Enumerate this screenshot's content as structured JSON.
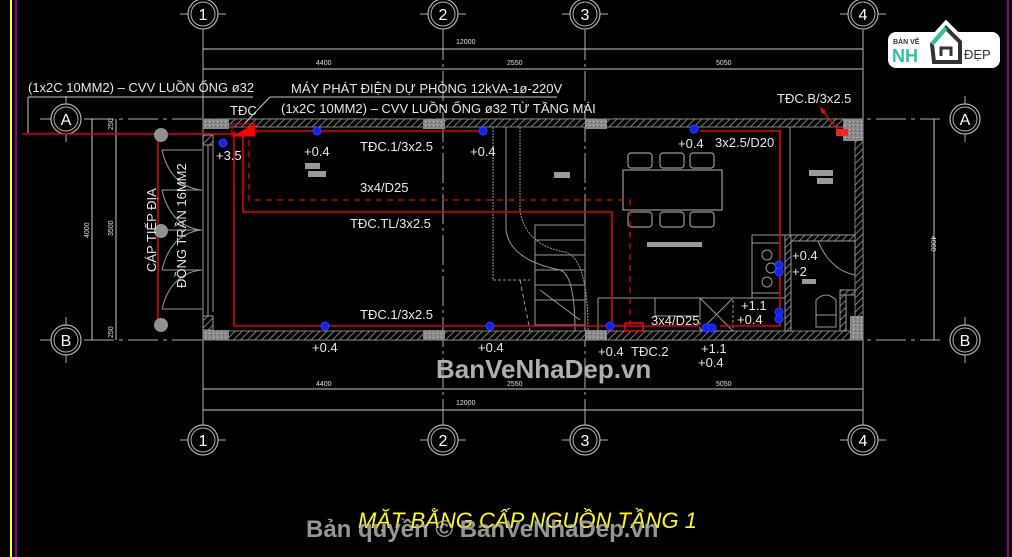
{
  "drawing": {
    "title": "MẶT BẰNG CẤP NGUỒN TẦNG 1",
    "colors": {
      "background": "#000000",
      "wall": "#9a9a9a",
      "cable": "#e00000",
      "outlet": "#1020ff",
      "title": "#ffff00",
      "watermark": "#b0b0b0",
      "logo_green": "#2ec4a0",
      "border_yellow": "#ffff00",
      "border_magenta": "#c000c0"
    }
  },
  "grid_axes": {
    "columns": [
      {
        "label": "1"
      },
      {
        "label": "2"
      },
      {
        "label": "3"
      },
      {
        "label": "4"
      }
    ],
    "rows": [
      {
        "label": "A"
      },
      {
        "label": "B"
      }
    ]
  },
  "dimensions": {
    "top": {
      "total": "12000",
      "spans": [
        "4400",
        "2550",
        "5050"
      ]
    },
    "bottom": {
      "total": "12000",
      "spans": [
        "4400",
        "2550",
        "5050"
      ]
    },
    "left": {
      "total": "4000",
      "spans": [
        "250",
        "3500",
        "250"
      ]
    },
    "right": {
      "total": "4000"
    }
  },
  "annotations": {
    "feed_cable_left": "(1x2C 10MM2) – CVV LUỒN ỐNG ø32",
    "generator": "MÁY PHÁT ĐIỆN DỰ PHÒNG 12kVA-1ø-220V",
    "feed_cable_roof": "(1x2C 10MM2) – CVV LUỒN ỐNG ø32 TỪ TẦNG MÁI",
    "tdc": "TĐC",
    "tdc_b": "TĐC.B/3x2.5",
    "tdc2": "TĐC.2",
    "circuit_tdc1_top": "TĐC.1/3x2.5",
    "circuit_tdc1_bottom": "TĐC.1/3x2.5",
    "circuit_tdctl": "TĐC.TL/3x2.5",
    "conduit_top": "3x4/D25",
    "conduit_bottom": "3x4/D25",
    "circuit_kitchen": "3x2.5/D20",
    "ground_cable": "CÁP TIẾP ĐỊA",
    "ground_copper": "ĐỒNG TRẦN 16MM2"
  },
  "outlet_heights": {
    "o1": "+3.5",
    "o2": "+0.4",
    "o3": "+0.4",
    "o4": "+0.4",
    "o5": "+0.4",
    "o6": "+0.4",
    "o7": "+0.4",
    "o8_a": "+1.1",
    "o8_b": "+0.4",
    "o9_a": "+1.1",
    "o9_b": "+0.4",
    "o10_a": "+0.4",
    "o10_b": "+2"
  },
  "watermarks": {
    "center": "BanVeNhaDep.vn",
    "copyright": "Bản quyền © BanVeNhaDep.vn"
  },
  "logo": {
    "line1": "BẢN VẼ",
    "line2": "NH",
    "line3": "ĐẸP"
  }
}
